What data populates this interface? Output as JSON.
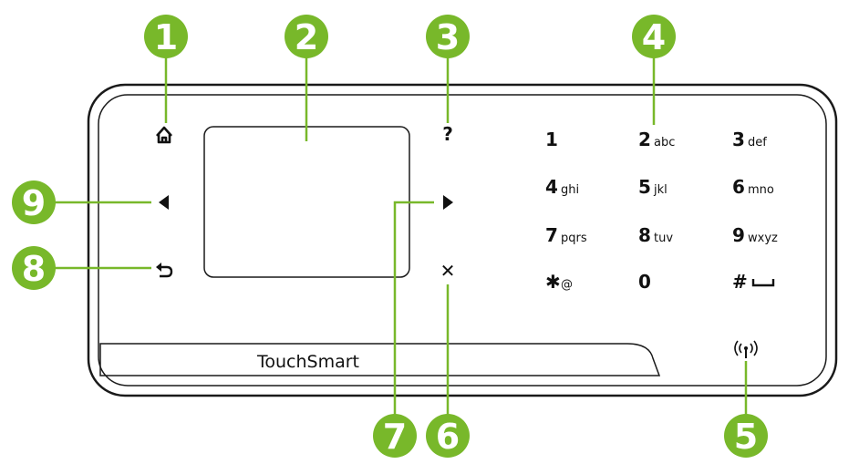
{
  "panel": {
    "brand_label": "TouchSmart"
  },
  "buttons": {
    "help": "?",
    "cancel": "✕"
  },
  "keypad": [
    {
      "main": "1",
      "sub": ""
    },
    {
      "main": "2",
      "sub": "abc"
    },
    {
      "main": "3",
      "sub": "def"
    },
    {
      "main": "4",
      "sub": "ghi"
    },
    {
      "main": "5",
      "sub": "jkl"
    },
    {
      "main": "6",
      "sub": "mno"
    },
    {
      "main": "7",
      "sub": "pqrs"
    },
    {
      "main": "8",
      "sub": "tuv"
    },
    {
      "main": "9",
      "sub": "wxyz"
    },
    {
      "main": "✱",
      "sub": "@"
    },
    {
      "main": "0",
      "sub": ""
    },
    {
      "main": "#",
      "sub": ""
    }
  ],
  "callouts": [
    "1",
    "2",
    "3",
    "4",
    "5",
    "6",
    "7",
    "8",
    "9"
  ],
  "colors": {
    "callout_green": "#78b82a",
    "outline": "#1a1a1a"
  },
  "icons": {
    "home": "home-icon",
    "left": "left-arrow-icon",
    "right": "right-arrow-icon",
    "back": "back-icon",
    "wireless": "wireless-icon",
    "space": "space-icon"
  }
}
